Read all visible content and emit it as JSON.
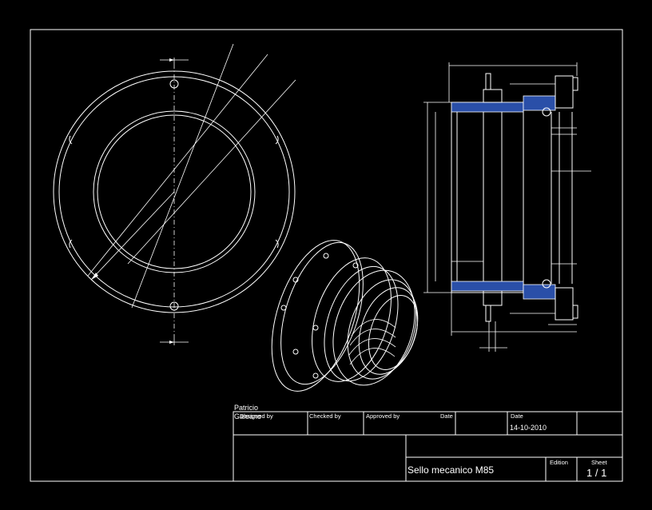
{
  "title_block": {
    "drawn_by_name_line1": "Patricio",
    "drawn_by_name_line2": "Galeano",
    "designed_by_label": "Designed by",
    "checked_by_label": "Checked by",
    "approved_by_label": "Approved by",
    "date_label_1": "Date",
    "date_label_2": "Date",
    "date_value": "14-10-2010",
    "drawing_title": "Sello mecanico M85",
    "edition_label": "Edition",
    "sheet_label": "Sheet",
    "sheet_value": "1 / 1"
  },
  "colors": {
    "background": "#000000",
    "line": "#ffffff",
    "section_hatch": "#2a4fa8"
  }
}
